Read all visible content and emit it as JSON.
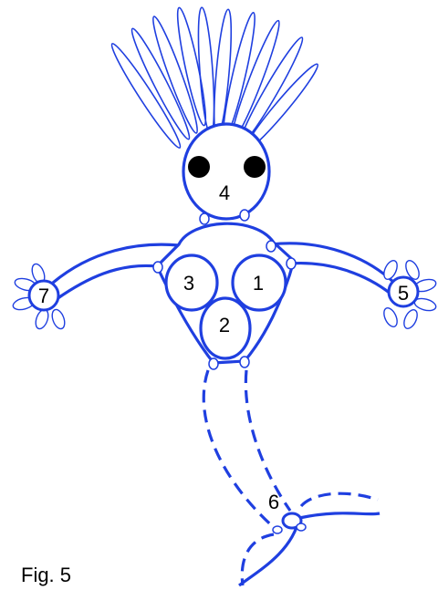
{
  "figure": {
    "caption": "Fig. 5",
    "stroke_color": "#1f3fe0",
    "text_color": "#000000",
    "background": "#ffffff"
  },
  "labels": {
    "body_right": "1",
    "body_bottom": "2",
    "body_left": "3",
    "head": "4",
    "right_hand": "5",
    "tail_joint": "6",
    "left_hand": "7"
  }
}
